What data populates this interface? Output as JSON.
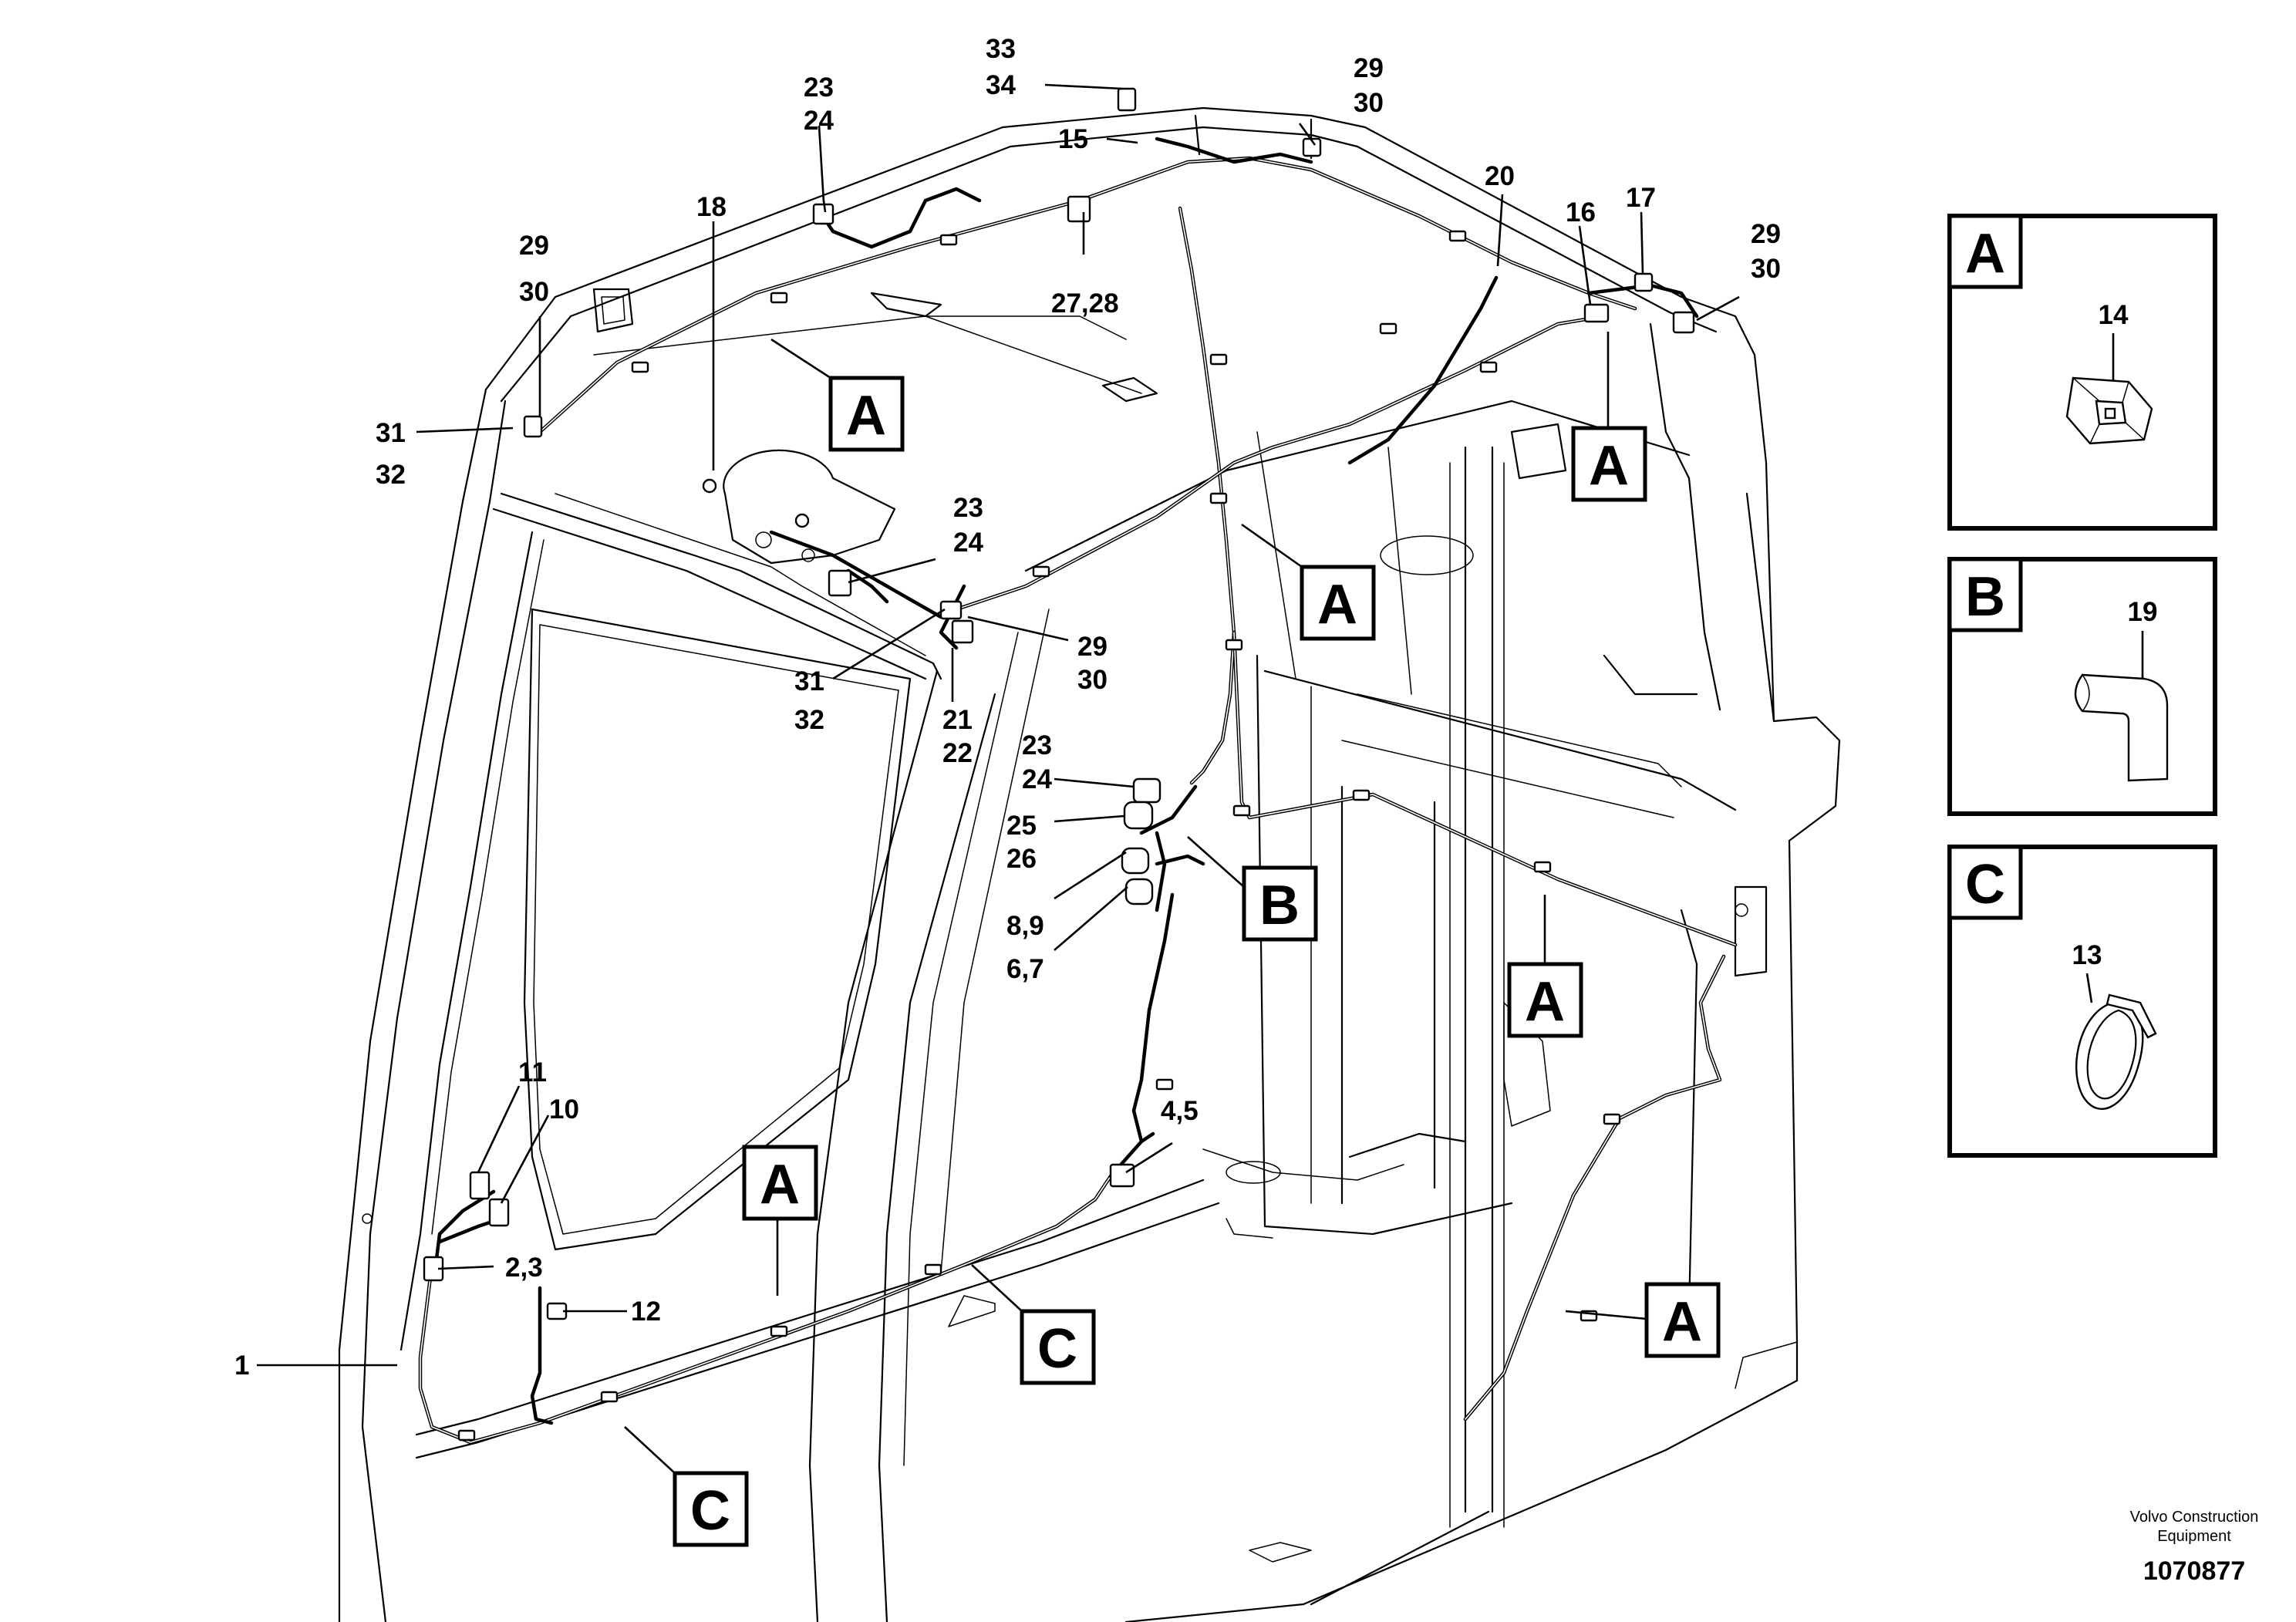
{
  "callouts": {
    "c1": "1",
    "c2_3": "2,3",
    "c4_5": "4,5",
    "c6_7": "6,7",
    "c8_9": "8,9",
    "c10": "10",
    "c11": "11",
    "c12": "12",
    "c15": "15",
    "c16": "16",
    "c17": "17",
    "c18": "18",
    "c20": "20",
    "c21": "21",
    "c22": "22",
    "c23a": "23",
    "c24a": "24",
    "c23b": "23",
    "c24b": "24",
    "c23c": "23",
    "c24c": "24",
    "c25": "25",
    "c26": "26",
    "c27_28": "27,28",
    "c29a": "29",
    "c30a": "30",
    "c29b": "29",
    "c30b": "30",
    "c29c": "29",
    "c30c": "30",
    "c29d": "29",
    "c30d": "30",
    "c31a": "31",
    "c32a": "32",
    "c31b": "31",
    "c32b": "32",
    "c33": "33",
    "c34": "34"
  },
  "reference_boxes": {
    "a_top": "A",
    "a_center": "A",
    "a_right_top": "A",
    "a_right_mid": "A",
    "a_right_low": "A",
    "a_left_low": "A",
    "b": "B",
    "c_center": "C",
    "c_low": "C"
  },
  "details": {
    "a": {
      "letter": "A",
      "part_number": "14",
      "part": "cable-tie-mount"
    },
    "b": {
      "letter": "B",
      "part_number": "19",
      "part": "rubber-bend-sleeve"
    },
    "c": {
      "letter": "C",
      "part_number": "13",
      "part": "cable-tie"
    }
  },
  "footer": {
    "line1": "Volvo Construction",
    "line2": "Equipment",
    "drawing_number": "1070877"
  }
}
